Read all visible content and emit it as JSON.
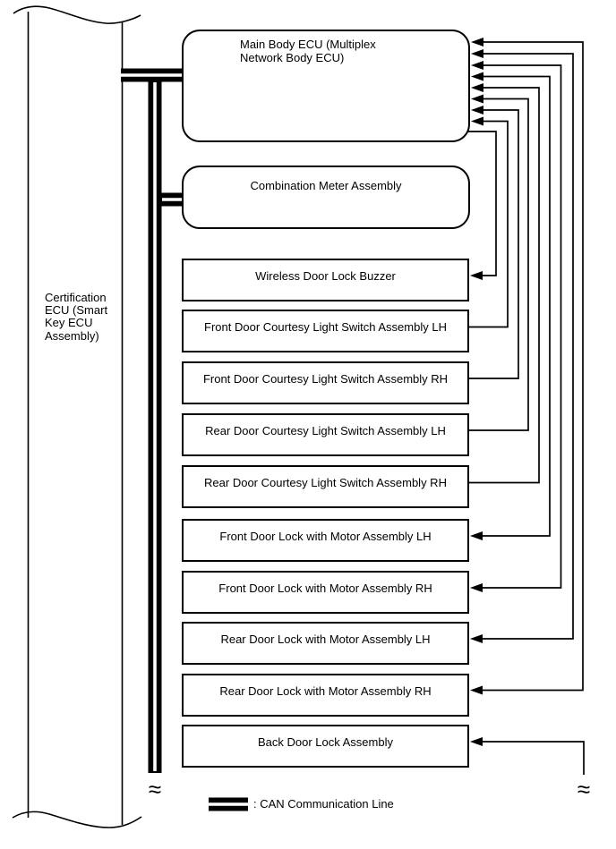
{
  "diagram": {
    "left_box": {
      "label": "Certification ECU (Smart Key ECU Assembly)"
    },
    "rounded_boxes": [
      {
        "id": "main-body-ecu",
        "label": "Main Body ECU (Multiplex Network Body ECU)"
      },
      {
        "id": "combination-meter",
        "label": "Combination Meter Assembly"
      }
    ],
    "boxes": [
      {
        "id": "wireless-door-lock-buzzer",
        "label": "Wireless Door Lock Buzzer"
      },
      {
        "id": "front-door-courtesy-light-switch-lh",
        "label": "Front Door Courtesy Light Switch Assembly LH"
      },
      {
        "id": "front-door-courtesy-light-switch-rh",
        "label": "Front Door Courtesy Light Switch Assembly RH"
      },
      {
        "id": "rear-door-courtesy-light-switch-lh",
        "label": "Rear Door Courtesy Light Switch Assembly LH"
      },
      {
        "id": "rear-door-courtesy-light-switch-rh",
        "label": "Rear Door Courtesy Light Switch Assembly RH"
      },
      {
        "id": "front-door-lock-motor-lh",
        "label": "Front Door Lock with Motor Assembly LH"
      },
      {
        "id": "front-door-lock-motor-rh",
        "label": "Front Door Lock with Motor Assembly RH"
      },
      {
        "id": "rear-door-lock-motor-lh",
        "label": "Rear Door Lock with Motor Assembly LH"
      },
      {
        "id": "rear-door-lock-motor-rh",
        "label": "Rear Door Lock with Motor Assembly RH"
      },
      {
        "id": "back-door-lock",
        "label": "Back Door Lock Assembly"
      }
    ],
    "legend": {
      "label": ": CAN Communication Line"
    },
    "break_symbol": "≈",
    "colors": {
      "line": "#000000",
      "background": "#ffffff"
    },
    "connections": [
      {
        "from": "Certification ECU (Smart Key ECU Assembly)",
        "to": "Main Body ECU (Multiplex Network Body ECU)",
        "line": "CAN"
      },
      {
        "from": "CAN trunk",
        "to": "Combination Meter Assembly",
        "line": "CAN"
      },
      {
        "from": "Main Body ECU",
        "to": "Wireless Door Lock Buzzer",
        "arrow": "into-device"
      },
      {
        "from": "Front Door Courtesy Light Switch Assembly LH",
        "to": "Main Body ECU",
        "arrow": "into-ecu"
      },
      {
        "from": "Front Door Courtesy Light Switch Assembly RH",
        "to": "Main Body ECU",
        "arrow": "into-ecu"
      },
      {
        "from": "Rear Door Courtesy Light Switch Assembly LH",
        "to": "Main Body ECU",
        "arrow": "into-ecu"
      },
      {
        "from": "Rear Door Courtesy Light Switch Assembly RH",
        "to": "Main Body ECU",
        "arrow": "into-ecu"
      },
      {
        "from": "Main Body ECU",
        "to": "Front Door Lock with Motor Assembly LH",
        "arrow": "both-ends"
      },
      {
        "from": "Main Body ECU",
        "to": "Front Door Lock with Motor Assembly RH",
        "arrow": "both-ends"
      },
      {
        "from": "Main Body ECU",
        "to": "Rear Door Lock with Motor Assembly LH",
        "arrow": "both-ends"
      },
      {
        "from": "Main Body ECU",
        "to": "Rear Door Lock with Motor Assembly RH",
        "arrow": "both-ends"
      },
      {
        "from": "off-page (break)",
        "to": "Back Door Lock Assembly",
        "arrow": "into-device"
      }
    ]
  }
}
